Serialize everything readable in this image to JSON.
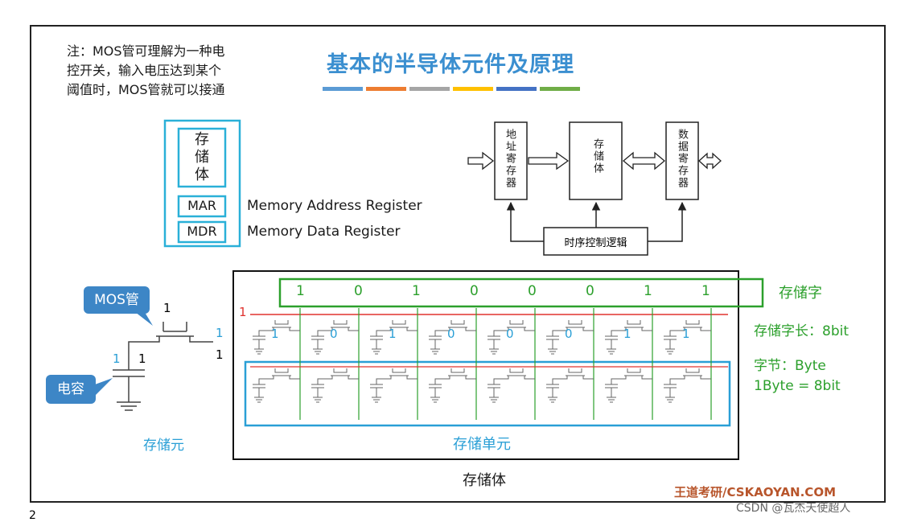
{
  "note": {
    "line1": "注：MOS管可理解为一种电",
    "line2": "控开关，输入电压达到某个",
    "line3": "阈值时，MOS管就可以接通"
  },
  "title": "基本的半导体元件及原理",
  "title_bar_colors": [
    "#5b9bd5",
    "#ed7d31",
    "#a5a5a5",
    "#ffc000",
    "#4472c4",
    "#70ad47"
  ],
  "registers": {
    "storage": "存储体",
    "mar": "MAR",
    "mdr": "MDR",
    "mar_full": "Memory Address Register",
    "mdr_full": "Memory Data Register"
  },
  "block_diagram": {
    "addr_reg": "地址寄存器",
    "storage": "存储体",
    "data_reg": "数据寄存器",
    "control": "时序控制逻辑"
  },
  "mos_cell": {
    "mos_label": "MOS管",
    "capacitor_label": "电容",
    "cell_label": "存储元",
    "gate_val": "1",
    "drain_val": "1",
    "source_val": "1",
    "cap_left": "1",
    "cap_right": "1"
  },
  "array": {
    "bits": [
      "1",
      "0",
      "1",
      "0",
      "0",
      "0",
      "1",
      "1"
    ],
    "row_select": "1",
    "word_label": "存储字",
    "word_length": "存储字长：8bit",
    "byte_label": "字节：Byte",
    "byte_eq": "1Byte = 8bit",
    "unit_label": "存储单元",
    "body_label": "存储体"
  },
  "colors": {
    "green": "#2ca02c",
    "red": "#e0332f",
    "blue": "#2a9fd6",
    "callout": "#3d86c6",
    "title": "#3b8fd0"
  },
  "footer": {
    "brand": "王道考研/CSKAOYAN.COM",
    "watermark": "CSDN @瓦杰天使超人",
    "page": "2"
  }
}
